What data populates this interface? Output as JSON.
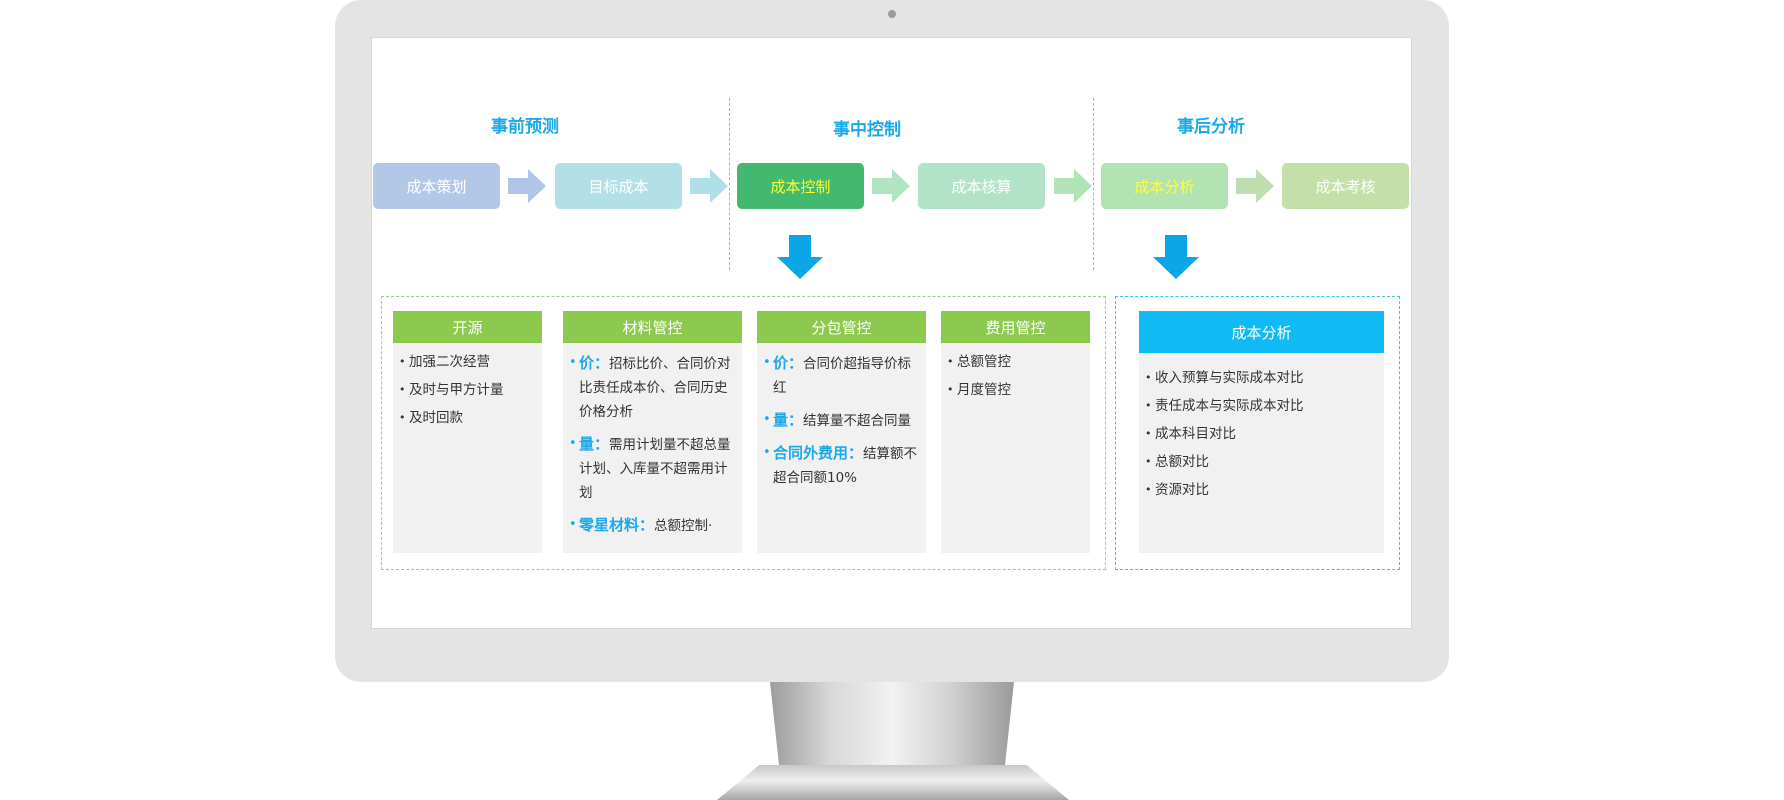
{
  "colors": {
    "title_blue": "#1ba9ea",
    "green_header": "#8cc94e",
    "blue_header": "#10baf5",
    "active_box": "#43b86f",
    "highlight_text": "#ffff33"
  },
  "phases": [
    {
      "title": "事前预测"
    },
    {
      "title": "事中控制"
    },
    {
      "title": "事后分析"
    }
  ],
  "flow": [
    {
      "label": "成本策划",
      "color": "#b3c8e6",
      "text_color": "#ffffff"
    },
    {
      "label": "目标成本",
      "color": "#b3dfe6",
      "text_color": "#ffffff"
    },
    {
      "label": "成本控制",
      "color": "#43b86f",
      "text_color": "#ffff33"
    },
    {
      "label": "成本核算",
      "color": "#b2e2c7",
      "text_color": "#ffffff"
    },
    {
      "label": "成本分析",
      "color": "#b3e2b3",
      "text_color": "#ffff33"
    },
    {
      "label": "成本考核",
      "color": "#c4e0a8",
      "text_color": "#ffffff"
    }
  ],
  "flow_arrow_colors": [
    "#afc4e6",
    "#afdfe6",
    "#b0e4c3",
    "#b0e4b4",
    "#c0ddb0"
  ],
  "control_cards": [
    {
      "title": "开源",
      "items": [
        "加强二次经营",
        "及时与甲方计量",
        "及时回款"
      ]
    },
    {
      "title": "材料管控",
      "items": [
        {
          "key": "价：",
          "text": "招标比价、合同价对比责任成本价、合同历史价格分析"
        },
        {
          "key": "量：",
          "text": "需用计划量不超总量计划、入库量不超需用计划"
        },
        {
          "key": "零星材料：",
          "text": "总额控制·"
        }
      ]
    },
    {
      "title": "分包管控",
      "items": [
        {
          "key": "价：",
          "text": "合同价超指导价标红"
        },
        {
          "key": "量：",
          "text": "结算量不超合同量"
        },
        {
          "key": "合同外费用：",
          "text": "结算额不超合同额10%"
        }
      ]
    },
    {
      "title": "费用管控",
      "items": [
        "总额管控",
        "月度管控"
      ]
    }
  ],
  "analysis_card": {
    "title": "成本分析",
    "items": [
      "收入预算与实际成本对比",
      "责任成本与实际成本对比",
      "成本科目对比",
      "总额对比",
      "资源对比"
    ]
  }
}
